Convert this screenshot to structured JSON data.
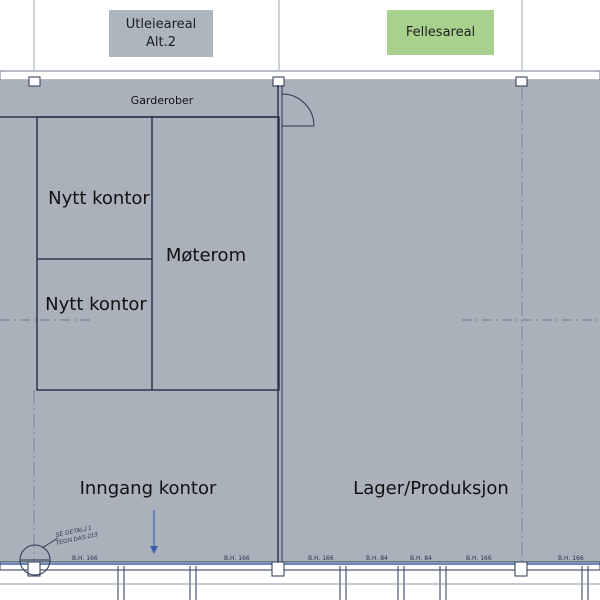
{
  "legend": {
    "rental_area_line1": "Utleieareal",
    "rental_area_line2": "Alt.2",
    "common_area": "Fellesareal",
    "rental_color": "#adb5bd",
    "common_color": "#a9d18e"
  },
  "rooms": {
    "wardrobe": "Garderober",
    "new_office_1": "Nytt kontor",
    "new_office_2": "Nytt kontor",
    "meeting_room": "Møterom",
    "office_entrance": "Inngang kontor",
    "warehouse": "Lager/Produksjon"
  },
  "annotations": {
    "detail_ref_line1": "SE DETALJ 1",
    "detail_ref_line2": "TEGN DAS-213",
    "window_labels": [
      "B.H. 166",
      "B.H. 166",
      "B.H. 166",
      "B.H. 84",
      "B.H. 84",
      "B.H. 166",
      "B.H. 166"
    ]
  },
  "colors": {
    "floor_fill": "#aab1ba",
    "wall_line": "#2a3550"
  }
}
